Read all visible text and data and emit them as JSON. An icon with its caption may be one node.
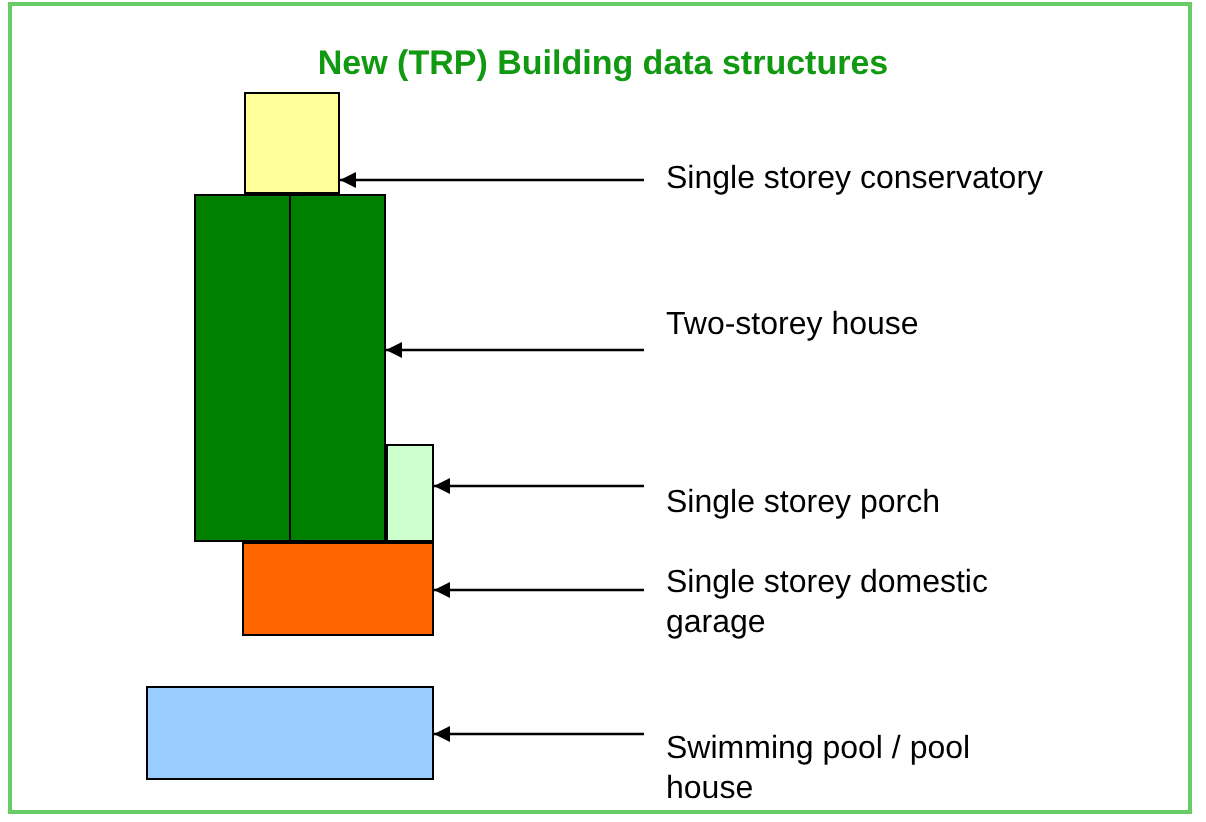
{
  "diagram": {
    "title": "New (TRP) Building data structures",
    "nodes": [
      {
        "text": [],
        "shape": "box"
      },
      {
        "text": [],
        "shape": "box"
      },
      {
        "text": [],
        "shape": "box"
      },
      {
        "text": [],
        "shape": "box"
      },
      {
        "text": [],
        "shape": "box"
      },
      {
        "text": [
          "Single storey conservatory"
        ]
      },
      {
        "text": [
          "Two-storey house"
        ]
      },
      {
        "text": [
          "Single storey porch"
        ]
      },
      {
        "text": [
          "Single storey domestic garage"
        ]
      },
      {
        "text": [
          "Swimming pool / pool house"
        ]
      }
    ],
    "edges": [
      {
        "from": 5,
        "to": 0,
        "arrow": "to"
      },
      {
        "from": 6,
        "to": 1,
        "arrow": "to"
      },
      {
        "from": 7,
        "to": 2,
        "arrow": "to"
      },
      {
        "from": 8,
        "to": 3,
        "arrow": "to"
      },
      {
        "from": 9,
        "to": 4,
        "arrow": "to"
      }
    ]
  }
}
